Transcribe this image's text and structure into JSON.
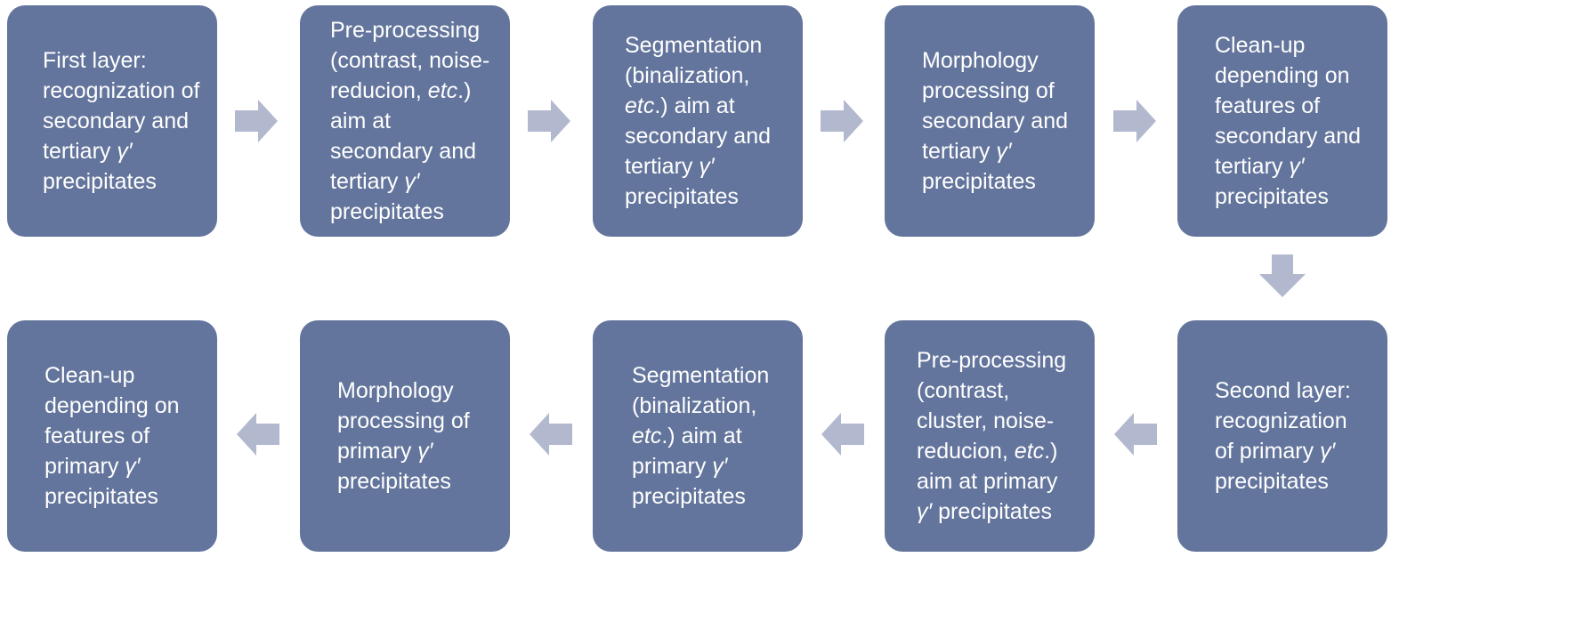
{
  "colors": {
    "box_fill": "#63759c",
    "box_text": "#ffffff",
    "arrow": "#b2b9cf"
  },
  "steps": [
    {
      "id": "first-layer",
      "runs": [
        {
          "text": "First layer: recognization of secondary and tertiary "
        },
        {
          "text": "γ′",
          "italic": true
        },
        {
          "text": " precipitates"
        }
      ]
    },
    {
      "id": "pre-processing-1",
      "runs": [
        {
          "text": "Pre-processing (contrast, noise-reducion, "
        },
        {
          "text": "etc",
          "italic": true
        },
        {
          "text": ".) aim at secondary and tertiary "
        },
        {
          "text": "γ′",
          "italic": true
        },
        {
          "text": " precipitates"
        }
      ]
    },
    {
      "id": "segmentation-1",
      "runs": [
        {
          "text": "Segmentation (binalization, "
        },
        {
          "text": "etc",
          "italic": true
        },
        {
          "text": ".) aim at secondary and tertiary "
        },
        {
          "text": "γ′",
          "italic": true
        },
        {
          "text": " precipitates"
        }
      ]
    },
    {
      "id": "morphology-1",
      "runs": [
        {
          "text": "Morphology processing of secondary and tertiary "
        },
        {
          "text": "γ′",
          "italic": true
        },
        {
          "text": " precipitates"
        }
      ]
    },
    {
      "id": "clean-up-1",
      "runs": [
        {
          "text": "Clean-up depending on features of secondary and tertiary "
        },
        {
          "text": "γ′",
          "italic": true
        },
        {
          "text": " precipitates"
        }
      ]
    },
    {
      "id": "second-layer",
      "runs": [
        {
          "text": "Second layer: recognization of primary "
        },
        {
          "text": "γ′",
          "italic": true
        },
        {
          "text": " precipitates"
        }
      ]
    },
    {
      "id": "pre-processing-2",
      "runs": [
        {
          "text": "Pre-processing (contrast, cluster, noise-reducion, "
        },
        {
          "text": "etc",
          "italic": true
        },
        {
          "text": ".) aim at primary "
        },
        {
          "text": "γ′",
          "italic": true
        },
        {
          "text": " precipitates"
        }
      ]
    },
    {
      "id": "segmentation-2",
      "runs": [
        {
          "text": "Segmentation (binalization, "
        },
        {
          "text": "etc",
          "italic": true
        },
        {
          "text": ".) aim at primary "
        },
        {
          "text": "γ′",
          "italic": true
        },
        {
          "text": " precipitates"
        }
      ]
    },
    {
      "id": "morphology-2",
      "runs": [
        {
          "text": "Morphology processing of primary "
        },
        {
          "text": "γ′",
          "italic": true
        },
        {
          "text": " precipitates"
        }
      ]
    },
    {
      "id": "clean-up-2",
      "runs": [
        {
          "text": "Clean-up depending on features of primary "
        },
        {
          "text": "γ′",
          "italic": true
        },
        {
          "text": " precipitates"
        }
      ]
    }
  ]
}
